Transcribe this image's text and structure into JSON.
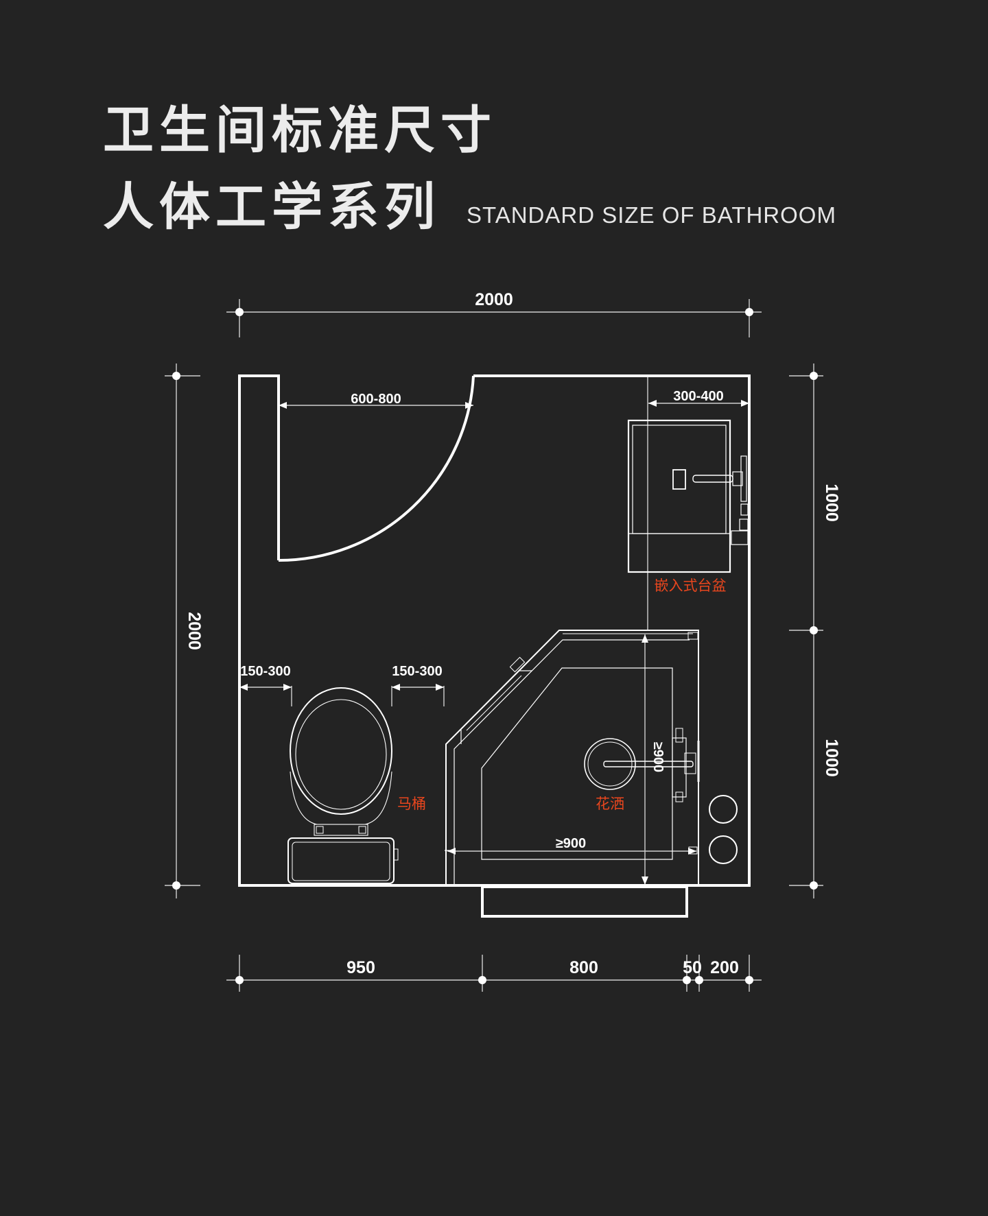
{
  "title": {
    "line1": "卫生间标准尺寸",
    "line2": "人体工学系列",
    "subtitle": "STANDARD SIZE OF BATHROOM"
  },
  "colors": {
    "background": "#232323",
    "lines": "#ffffff",
    "fixture_label": "#e8461e"
  },
  "dimensions": {
    "overall_width": "2000",
    "overall_depth": "2000",
    "door_opening": "600-800",
    "basin_depth": "300-400",
    "right_upper": "1000",
    "right_lower": "1000",
    "toilet_left_clearance": "150-300",
    "toilet_right_clearance": "150-300",
    "shower_depth": "≥900",
    "shower_width": "≥900",
    "bottom_segments": [
      "950",
      "800",
      "50",
      "200"
    ]
  },
  "fixtures": {
    "basin": "嵌入式台盆",
    "toilet": "马桶",
    "shower": "花洒"
  }
}
